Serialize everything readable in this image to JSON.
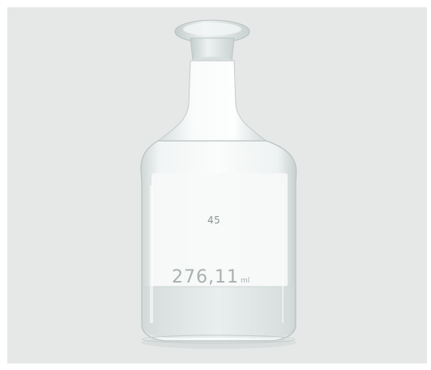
{
  "image": {
    "subject": "glass-bottle-with-stopper",
    "background_color": "#e6e8e8",
    "frame_color": "#ffffff"
  },
  "bottle": {
    "label_number": "45",
    "volume_value": "276,11",
    "volume_unit": "ml",
    "glass_tint": "#f4f7f7",
    "edge_tint": "#c9d1d1",
    "frost_tint": "#f7f8f8",
    "liquid_tint": "#dfe5e5"
  }
}
